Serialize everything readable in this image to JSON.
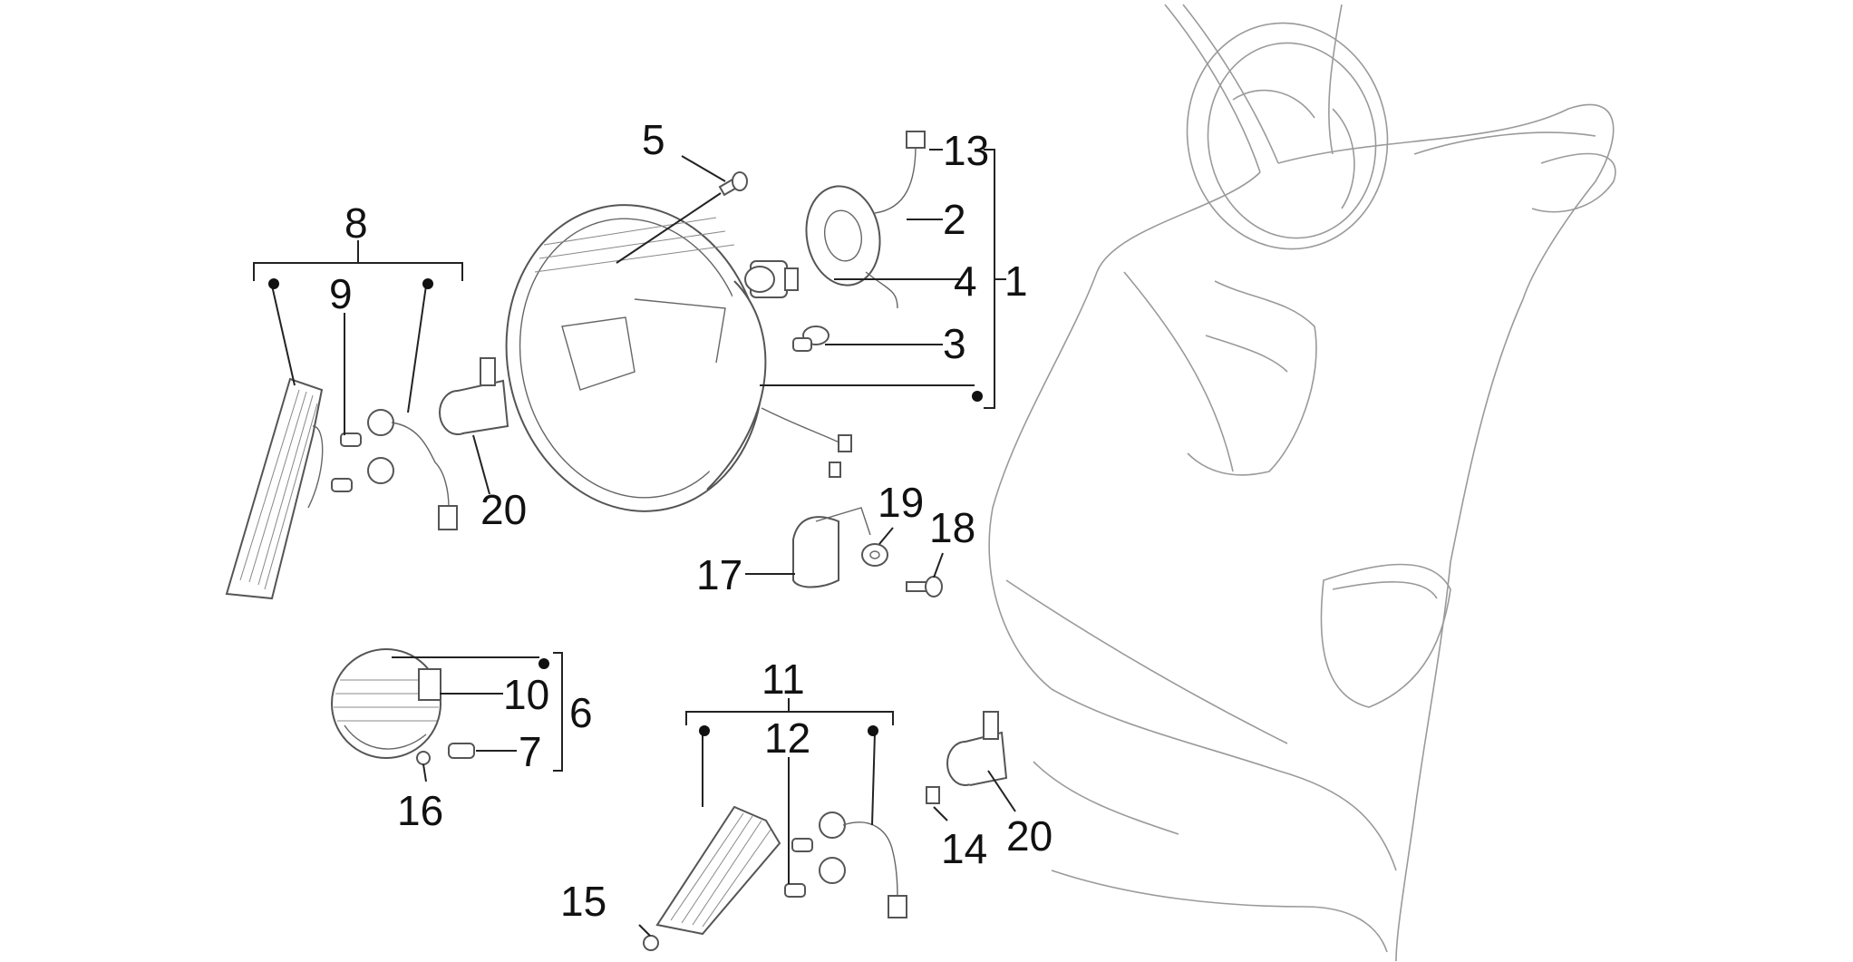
{
  "diagram": {
    "colors": {
      "ink": "#111111",
      "line": "#555555",
      "background": "#ffffff"
    },
    "callouts": [
      {
        "id": "c1",
        "text": "1"
      },
      {
        "id": "c2",
        "text": "2"
      },
      {
        "id": "c3",
        "text": "3"
      },
      {
        "id": "c4",
        "text": "4"
      },
      {
        "id": "c5",
        "text": "5"
      },
      {
        "id": "c6",
        "text": "6"
      },
      {
        "id": "c7",
        "text": "7"
      },
      {
        "id": "c8",
        "text": "8"
      },
      {
        "id": "c9",
        "text": "9"
      },
      {
        "id": "c10",
        "text": "10"
      },
      {
        "id": "c11",
        "text": "11"
      },
      {
        "id": "c12",
        "text": "12"
      },
      {
        "id": "c13",
        "text": "13"
      },
      {
        "id": "c14",
        "text": "14"
      },
      {
        "id": "c15",
        "text": "15"
      },
      {
        "id": "c16",
        "text": "16"
      },
      {
        "id": "c17",
        "text": "17"
      },
      {
        "id": "c18",
        "text": "18"
      },
      {
        "id": "c19",
        "text": "19"
      },
      {
        "id": "c20a",
        "text": "20"
      },
      {
        "id": "c20b",
        "text": "20"
      }
    ]
  }
}
